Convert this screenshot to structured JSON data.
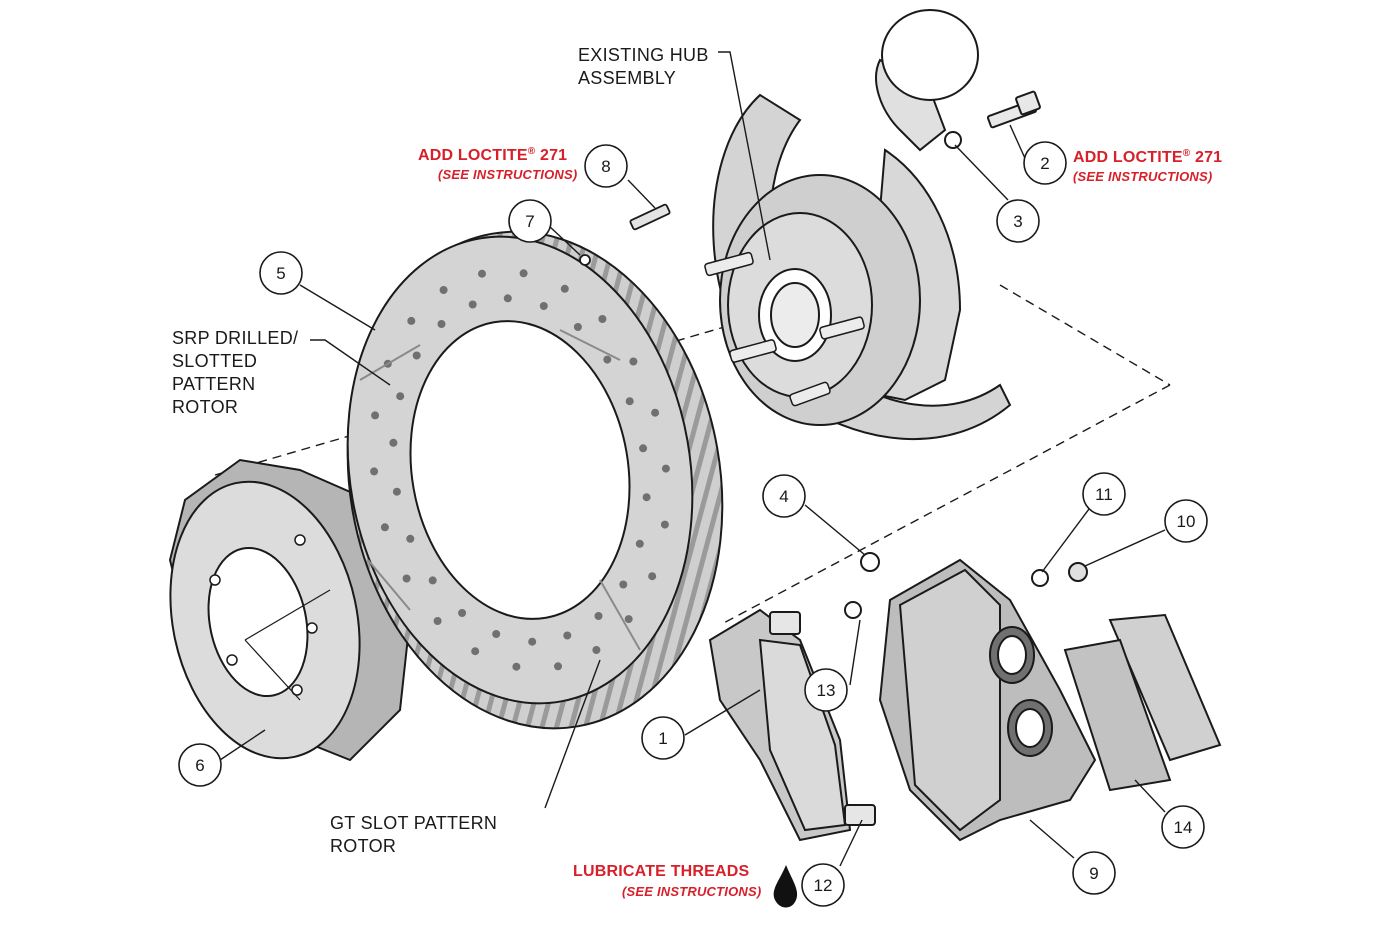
{
  "labels": {
    "existing_hub_line1": "EXISTING HUB",
    "existing_hub_line2": "ASSEMBLY",
    "srp_line1": "SRP DRILLED/",
    "srp_line2": "SLOTTED",
    "srp_line3": "PATTERN",
    "srp_line4": "ROTOR",
    "gt_line1": "GT SLOT PATTERN",
    "gt_line2": "ROTOR"
  },
  "notes": {
    "loctite_left": {
      "main": "ADD LOCTITE",
      "reg": "®",
      "num": " 271",
      "sub": "(SEE INSTRUCTIONS)"
    },
    "loctite_right": {
      "main": "ADD LOCTITE",
      "reg": "®",
      "num": " 271",
      "sub": "(SEE INSTRUCTIONS)"
    },
    "lubricate": {
      "main": "LUBRICATE THREADS",
      "sub": "(SEE INSTRUCTIONS)"
    }
  },
  "callouts": [
    "1",
    "2",
    "3",
    "4",
    "5",
    "6",
    "7",
    "8",
    "9",
    "10",
    "11",
    "12",
    "13",
    "14"
  ],
  "colors": {
    "note_red": "#d7202a",
    "line": "#1a1a1a",
    "part_fill": "#d4d4d4",
    "part_dark": "#b0b0b0"
  }
}
